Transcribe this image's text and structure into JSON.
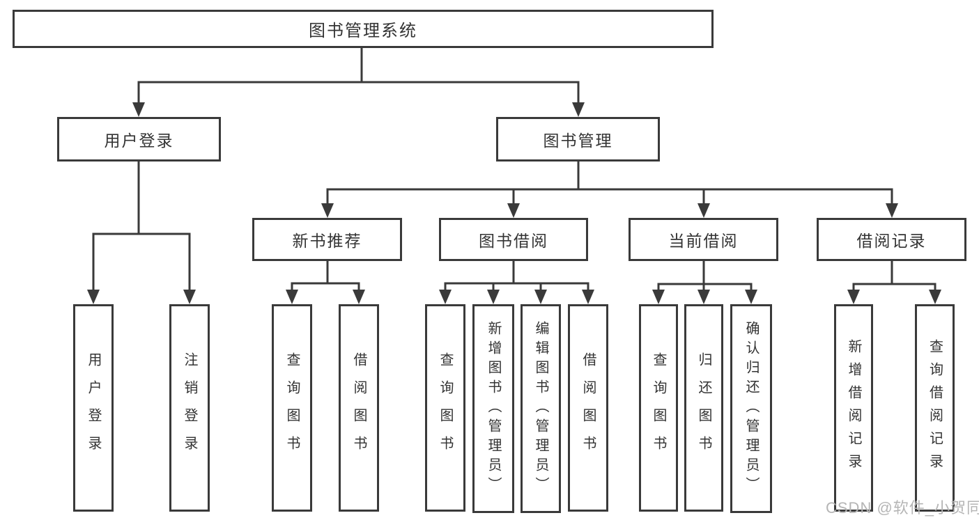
{
  "tree": {
    "root": {
      "label": "图书管理系统",
      "children": [
        {
          "label": "用户登录",
          "children": [
            {
              "label": "用户登录"
            },
            {
              "label": "注销登录"
            }
          ]
        },
        {
          "label": "图书管理",
          "children": [
            {
              "label": "新书推荐",
              "children": [
                {
                  "label": "查询图书"
                },
                {
                  "label": "借阅图书"
                }
              ]
            },
            {
              "label": "图书借阅",
              "children": [
                {
                  "label": "查询图书"
                },
                {
                  "label": "新增图书（管理员）"
                },
                {
                  "label": "编辑图书（管理员）"
                },
                {
                  "label": "借阅图书"
                }
              ]
            },
            {
              "label": "当前借阅",
              "children": [
                {
                  "label": "查询图书"
                },
                {
                  "label": "归还图书"
                },
                {
                  "label": "确认归还（管理员）"
                }
              ]
            },
            {
              "label": "借阅记录",
              "children": [
                {
                  "label": "新增借阅记录"
                },
                {
                  "label": "查询借阅记录"
                }
              ]
            }
          ]
        }
      ]
    }
  },
  "watermark": "CSDN @软件_小贺同学",
  "colors": {
    "line": "#3a3a3a",
    "box_border": "#3a3a3a",
    "text": "#333333",
    "watermark": "#b5b5b5",
    "background": "#ffffff"
  }
}
